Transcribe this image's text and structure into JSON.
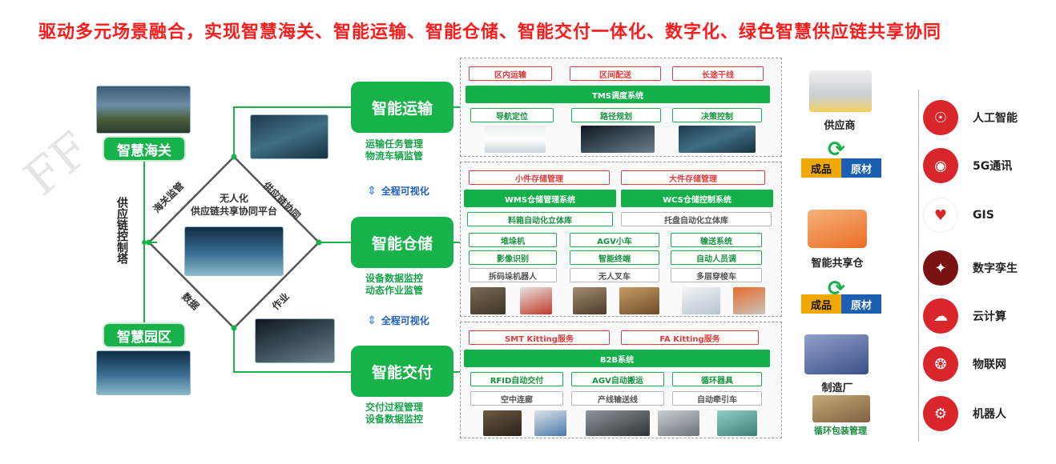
{
  "headline": "驱动多元场景融合，实现智慧海关、智能运输、智能仓储、智能交付一体化、数字化、绿色智慧供应链共享协同",
  "left": {
    "customs_label": "智慧海关",
    "park_label": "智慧园区",
    "control_tower": "供应链控制塔",
    "diamond_top_left": "海关监管",
    "diamond_top_right": "供应链协同",
    "diamond_bottom_left": "数据",
    "diamond_bottom_right": "作业",
    "center_line1": "无人化",
    "center_line2": "供应链共享协同平台"
  },
  "hubs": {
    "transport": {
      "label": "智能运输",
      "sub1": "运输任务管理",
      "sub2": "物流车辆监管"
    },
    "storage": {
      "label": "智能仓储",
      "sub1": "设备数据监控",
      "sub2": "动态作业监管"
    },
    "delivery": {
      "label": "智能交付",
      "sub1": "交付过程管理",
      "sub2": "设备数据监控"
    },
    "visual1": "全程可视化",
    "visual2": "全程可视化"
  },
  "transport_panel": {
    "tags": [
      "区内运输",
      "区间配送",
      "长途干线"
    ],
    "system": "TMS调度系统",
    "features": [
      "导航定位",
      "路径规划",
      "决策控制"
    ]
  },
  "storage_panel": {
    "tags": [
      "小件存储管理",
      "大件存储管理"
    ],
    "systems": [
      "WMS仓储管理系统",
      "WCS仓储控制系统"
    ],
    "warehouses": [
      "料箱自动化立体库",
      "托盘自动化立体库"
    ],
    "features": [
      "堆垛机",
      "AGV小车",
      "输送系统",
      "影像识别",
      "智能终端",
      "自动人员调"
    ],
    "robots": [
      "拆码垛机器人",
      "无人叉车",
      "多层穿梭车"
    ]
  },
  "delivery_panel": {
    "tags": [
      "SMT Kitting服务",
      "FA Kitting服务"
    ],
    "system": "B2B系统",
    "features": [
      "RFID自动交付",
      "AGV自动搬运",
      "循环器具"
    ],
    "grey": [
      "空中连廊",
      "产线输送线",
      "自动牵引车"
    ]
  },
  "supply_chain": {
    "supplier": "供应商",
    "flow1_a": "成品",
    "flow1_b": "原材",
    "shared_warehouse": "智能共享仓",
    "flow2_a": "成品",
    "flow2_b": "原材",
    "factory": "制造厂",
    "packaging": "循环包装管理"
  },
  "tech": [
    {
      "label": "人工智能",
      "icon": "brain-icon"
    },
    {
      "label": "5G通讯",
      "icon": "signal-icon"
    },
    {
      "label": "GIS",
      "icon": "map-pin-icon"
    },
    {
      "label": "数字孪生",
      "icon": "digital-twin-icon"
    },
    {
      "label": "云计算",
      "icon": "cloud-icon"
    },
    {
      "label": "物联网",
      "icon": "iot-icon"
    },
    {
      "label": "机器人",
      "icon": "robot-arm-icon"
    }
  ],
  "colors": {
    "headline": "#ff1a1a",
    "green": "#17b24a",
    "red_tag": "#e23b3b",
    "tech_icon": "#d9262b",
    "flow_orange": "#f0a800",
    "flow_blue": "#1b5fb3"
  }
}
